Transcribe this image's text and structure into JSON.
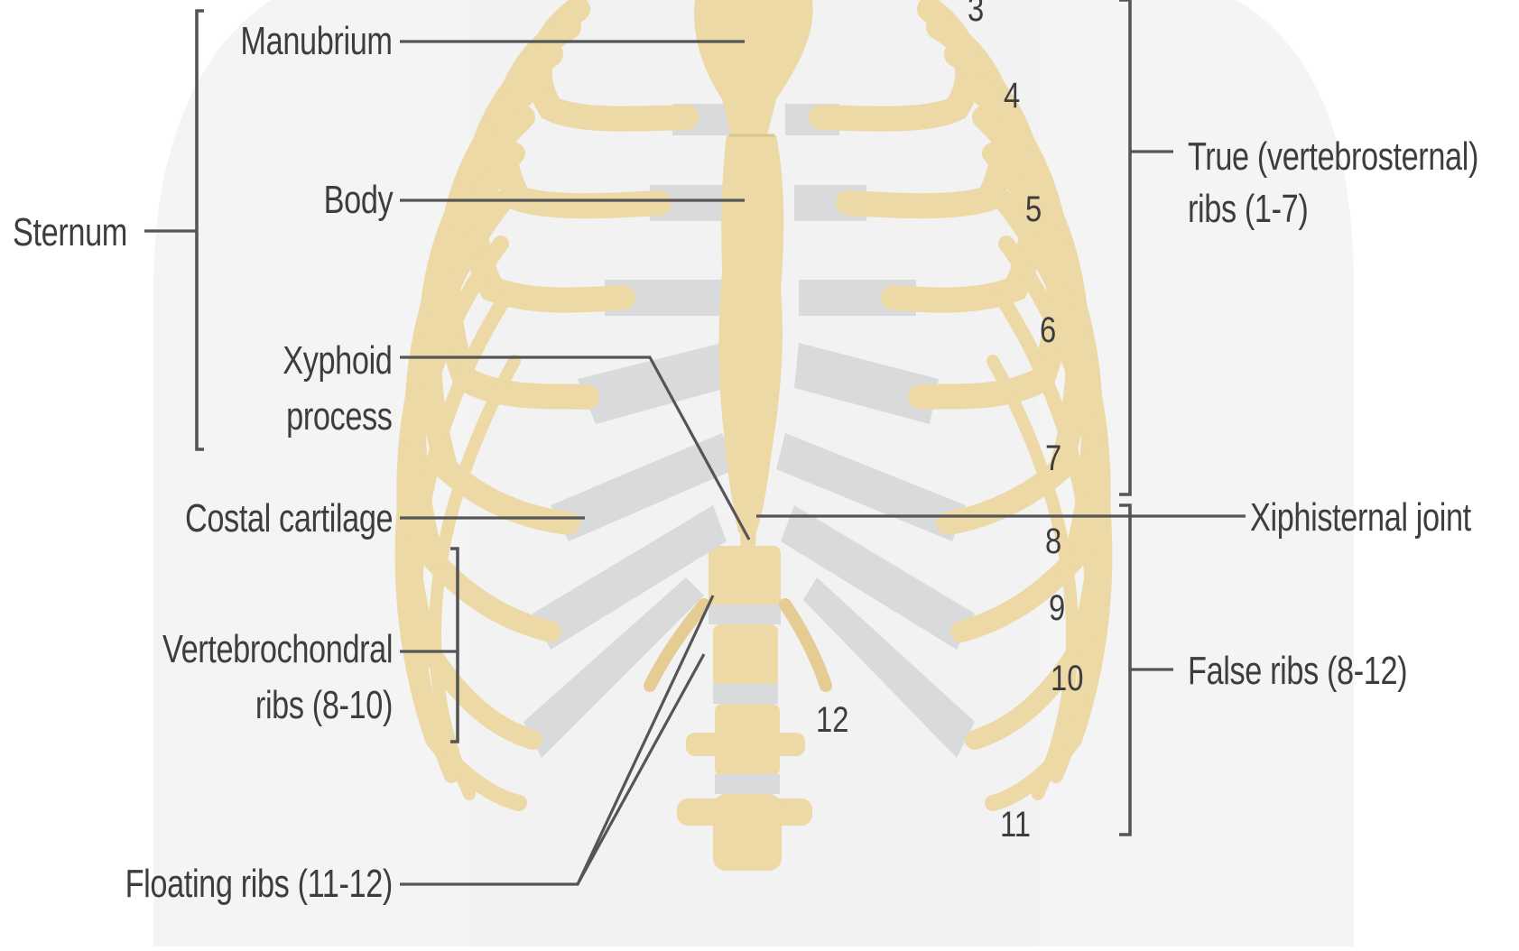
{
  "labels": {
    "sternum": "Sternum",
    "manubrium": "Manubrium",
    "body": "Body",
    "xyphoid_line1": "Xyphoid",
    "xyphoid_line2": "process",
    "costal_cartilage": "Costal cartilage",
    "vertebrochondral_line1": "Vertebrochondral",
    "vertebrochondral_line2": "ribs (8-10)",
    "floating_ribs": "Floating ribs (11-12)",
    "true_ribs_line1": "True (vertebrosternal)",
    "true_ribs_line2": "ribs (1-7)",
    "xiphisternal_joint": "Xiphisternal joint",
    "false_ribs": "False ribs (8-12)"
  },
  "rib_numbers": {
    "r3": "3",
    "r4": "4",
    "r5": "5",
    "r6": "6",
    "r7": "7",
    "r8": "8",
    "r9": "9",
    "r10": "10",
    "r11": "11",
    "r12": "12"
  },
  "colors": {
    "bone": "#ecd9a6",
    "bone_edge": "#d9c48c",
    "cartilage": "#d9dadc",
    "body_silhouette": "#f4f4f5",
    "label_text": "#3d3d3d",
    "leader_line": "#555555"
  }
}
